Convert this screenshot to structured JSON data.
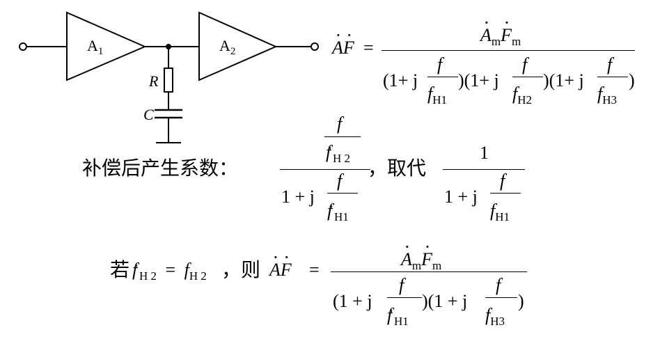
{
  "circuit": {
    "amp1_label": "A",
    "amp1_sub": "1",
    "amp2_label": "A",
    "amp2_sub": "2",
    "resistor_label": "R",
    "capacitor_label": "C"
  },
  "eq1": {
    "lhs_A": "A",
    "lhs_F": "F",
    "equals": "=",
    "num_A": "A",
    "num_A_sub": "m",
    "num_F": "F",
    "num_F_sub": "m",
    "den_open": "(1+ j",
    "den_f": "f",
    "den_fH": "f",
    "sub_H1": "H1",
    "sub_H2": "H2",
    "sub_H3": "H3",
    "den_close_open": ")(1+ j",
    "den_end": ")"
  },
  "row2": {
    "label": "补偿后产生系数：",
    "frac_top_num": "f",
    "frac_top_den": "f",
    "frac_top_den_sub": "H 2",
    "prime": "'",
    "bottom_prefix": "1 + j",
    "bottom_num": "f",
    "bottom_den": "f",
    "bottom_den_sub": "H1",
    "comma_replace": "，取代",
    "one": "1",
    "r_prefix": "1 + j",
    "r_num": "f",
    "r_den": "f",
    "r_den_sub": "H1"
  },
  "row3": {
    "ruo": "若",
    "f1": "f",
    "f1_sub": "H 2",
    "eq": "=",
    "f2": "f",
    "f2_sub": "H 2",
    "ze": "，则",
    "A": "A",
    "F": "F",
    "equals": "=",
    "num_A": "A",
    "num_A_sub": "m",
    "num_F": "F",
    "num_F_sub": "m",
    "den_open": "(1 + j",
    "f": "f",
    "fp": "f",
    "sub_H1": "H1",
    "mid": ")(1 + j",
    "sub_H3": "H3",
    "end": ")"
  }
}
